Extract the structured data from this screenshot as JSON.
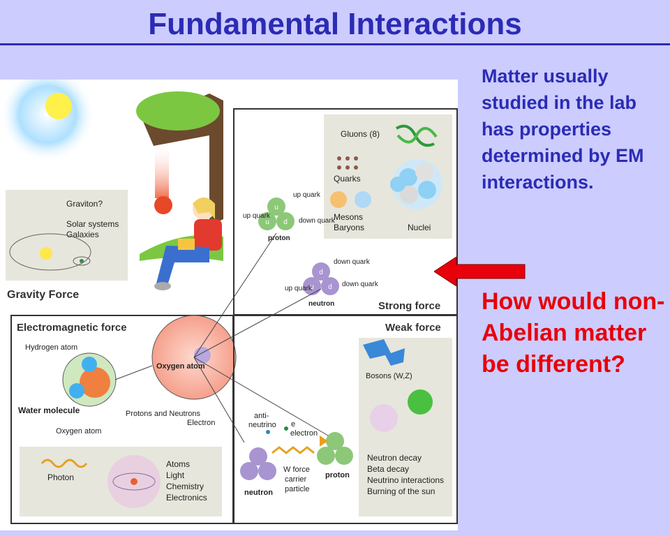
{
  "title": "Fundamental Interactions",
  "side_text": "Matter usually studied in the lab has properties determined by EM interactions.",
  "question": "How would non-Abelian matter be different?",
  "diagram": {
    "gravity": {
      "title": "Gravity Force",
      "graviton": "Graviton?",
      "solar": "Solar systems",
      "galaxies": "Galaxies"
    },
    "strong": {
      "title": "Strong force",
      "gluons": "Gluons (8)",
      "quarks": "Quarks",
      "mesons": "Mesons",
      "baryons": "Baryons",
      "nuclei": "Nuclei",
      "proton": "proton",
      "neutron": "neutron",
      "up_quark": "up quark",
      "down_quark": "down quark",
      "u": "u",
      "d": "d"
    },
    "em": {
      "title": "Electromagnetic force",
      "hydrogen_atom": "Hydrogen atom",
      "water_molecule": "Water molecule",
      "oxygen_atom_label": "Oxygen atom",
      "oxygen_atom_center": "Oxygen atom",
      "protons_neutrons": "Protons and Neutrons",
      "electron": "Electron",
      "photon": "Photon",
      "atoms": "Atoms",
      "light": "Light",
      "chemistry": "Chemistry",
      "electronics": "Electronics"
    },
    "weak": {
      "title": "Weak force",
      "bosons": "Bosons (W,Z)",
      "neutron_decay": "Neutron decay",
      "beta_decay": "Beta decay",
      "neutrino_interactions": "Neutrino interactions",
      "burning_sun": "Burning of the sun",
      "anti": "anti-",
      "neutrino": "neutrino",
      "e": "e",
      "electron": "electron",
      "w_force": "W force",
      "carrier": "carrier",
      "particle": "particle",
      "neutron": "neutron",
      "proton": "proton"
    }
  },
  "colors": {
    "background": "#ccccff",
    "title": "#2b2bb5",
    "question": "#e8000a",
    "arrow": "#e8000a"
  }
}
